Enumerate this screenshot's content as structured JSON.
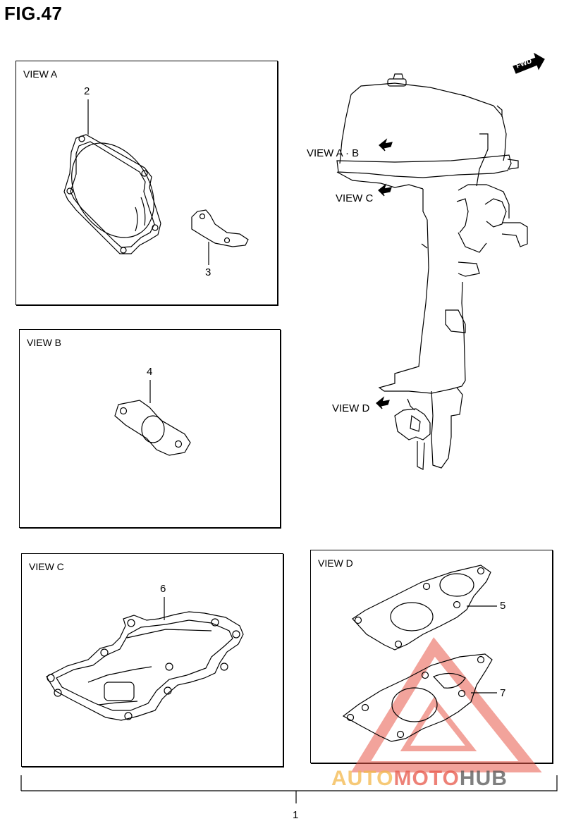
{
  "figure": {
    "title": "FIG.47"
  },
  "panels": {
    "view_a": {
      "title": "VIEW A",
      "parts": [
        "2",
        "3"
      ]
    },
    "view_b": {
      "title": "VIEW B",
      "parts": [
        "4"
      ]
    },
    "view_c": {
      "title": "VIEW C",
      "parts": [
        "6"
      ]
    },
    "view_d": {
      "title": "VIEW D",
      "parts": [
        "5",
        "7"
      ]
    }
  },
  "engine_labels": {
    "view_ab": "VIEW A · B",
    "view_c": "VIEW C",
    "view_d": "VIEW D"
  },
  "fwd_badge": "FWD",
  "assembly_number": "1",
  "watermark": {
    "part1": "AUTO",
    "part2": "MOTO",
    "part3": "HUB",
    "colors": [
      "#f3b84a",
      "#e8584a",
      "#555555"
    ]
  }
}
